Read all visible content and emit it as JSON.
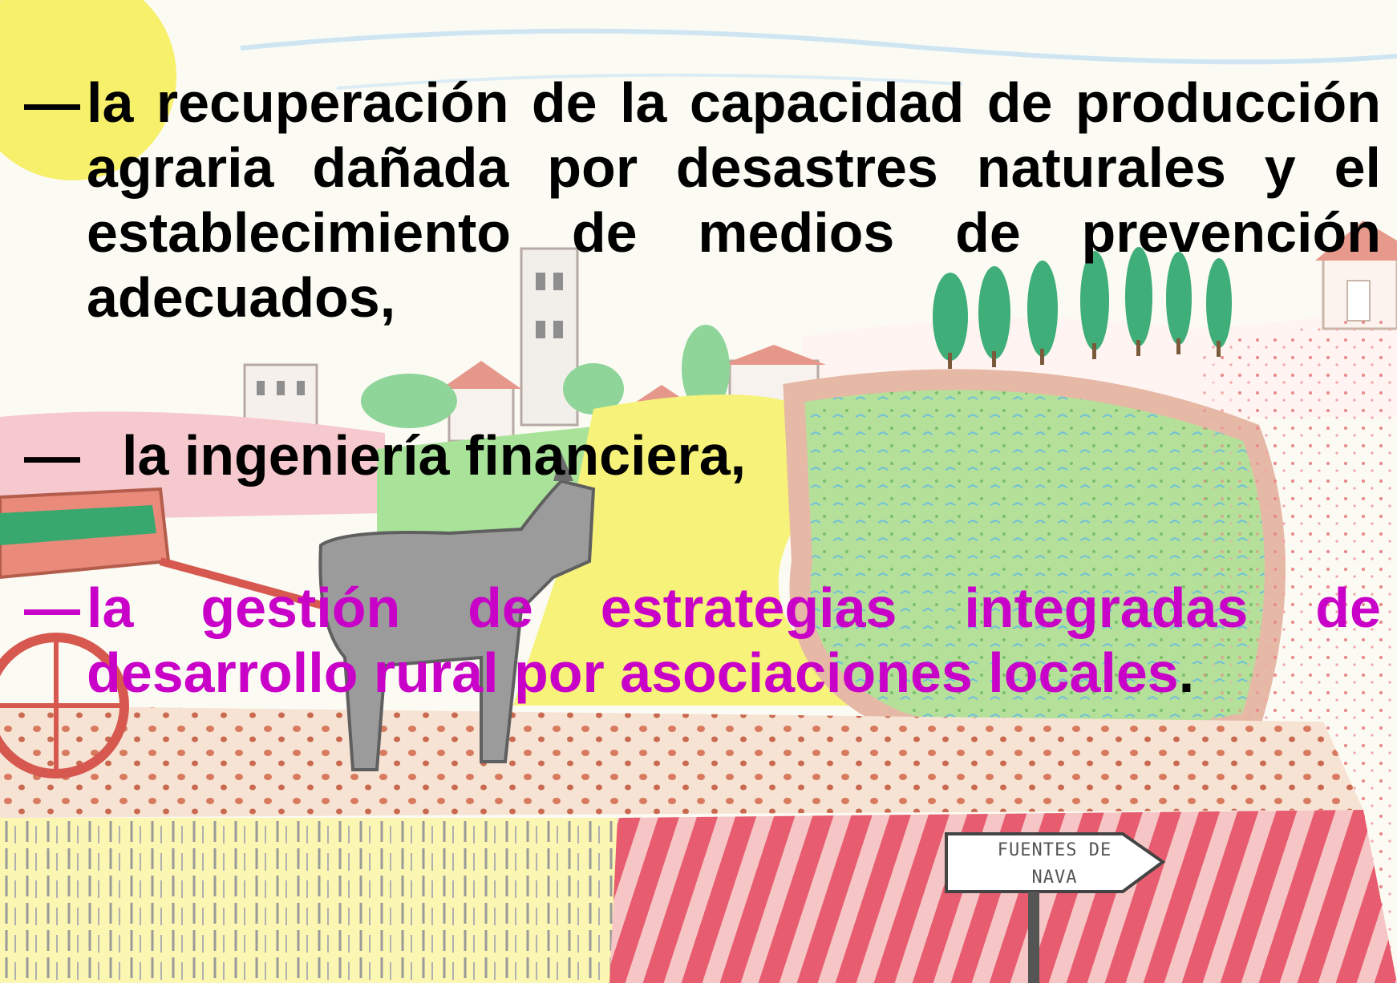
{
  "bullets": [
    {
      "dash": "—",
      "text": "la recuperación de la capacidad de producción agraria dañada por desastres naturales y el establecimiento de medios de prevención adecuados,"
    },
    {
      "dash": "—",
      "text": "la ingeniería financiera,"
    },
    {
      "dash": "—",
      "text": "la gestión de estrategias integradas de desarrollo rural por asociaciones locales",
      "trailing": "."
    }
  ],
  "sign": {
    "line1": "FUENTES DE",
    "line2": "NAVA"
  },
  "colors": {
    "text": "#000000",
    "highlight": "#c800c8",
    "sun": "#f7f06a",
    "field_green": "#a9d98c",
    "field_yellow": "#f6f27a",
    "path": "#f3d9c4",
    "furrows": "#e86a78",
    "trees": "#3fae78"
  },
  "illustration": {
    "type": "child-drawing",
    "icons": [
      "sun-icon",
      "church-tower-icon",
      "tree-icon",
      "house-icon",
      "donkey-icon",
      "cart-icon",
      "road-sign-icon"
    ]
  }
}
